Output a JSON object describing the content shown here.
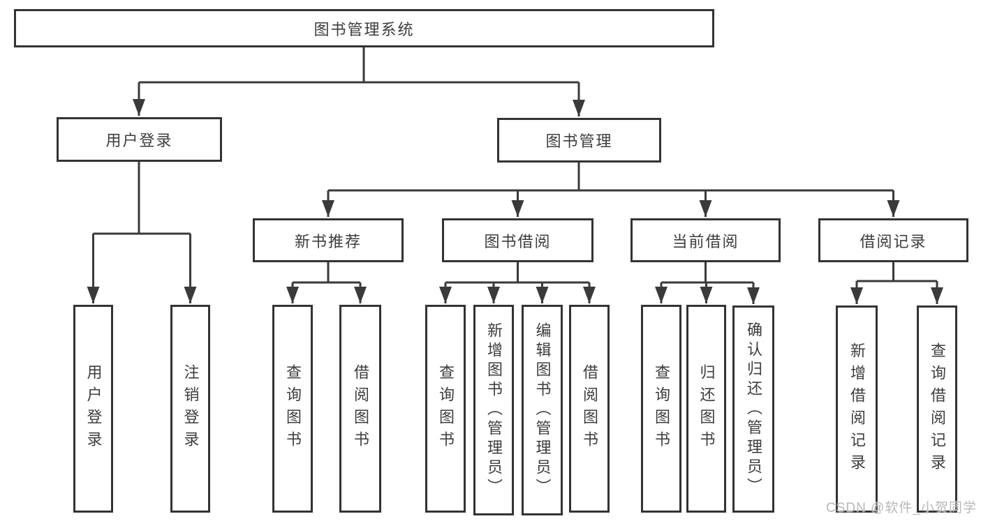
{
  "diagram": {
    "type": "hierarchy-tree",
    "stroke_color": "#3a3a3a",
    "box_border_color": "#333333",
    "text_color": "#3d3d3d",
    "background": "#ffffff",
    "tree": {
      "root": {
        "label": "图书管理系统",
        "children": [
          {
            "label": "用户登录",
            "children": [
              {
                "label": "用户登录"
              },
              {
                "label": "注销登录"
              }
            ]
          },
          {
            "label": "图书管理",
            "children": [
              {
                "label": "新书推荐",
                "children": [
                  {
                    "label": "查询图书"
                  },
                  {
                    "label": "借阅图书"
                  }
                ]
              },
              {
                "label": "图书借阅",
                "children": [
                  {
                    "label": "查询图书"
                  },
                  {
                    "label": "新增图书（管理员）"
                  },
                  {
                    "label": "编辑图书（管理员）"
                  },
                  {
                    "label": "借阅图书"
                  }
                ]
              },
              {
                "label": "当前借阅",
                "children": [
                  {
                    "label": "查询图书"
                  },
                  {
                    "label": "归还图书"
                  },
                  {
                    "label": "确认归还（管理员）"
                  }
                ]
              },
              {
                "label": "借阅记录",
                "children": [
                  {
                    "label": "新增借阅记录"
                  },
                  {
                    "label": "查询借阅记录"
                  }
                ]
              }
            ]
          }
        ]
      }
    }
  },
  "watermark": {
    "text": "CSDN @软件_小贺同学",
    "color": "#b8b8b8"
  }
}
